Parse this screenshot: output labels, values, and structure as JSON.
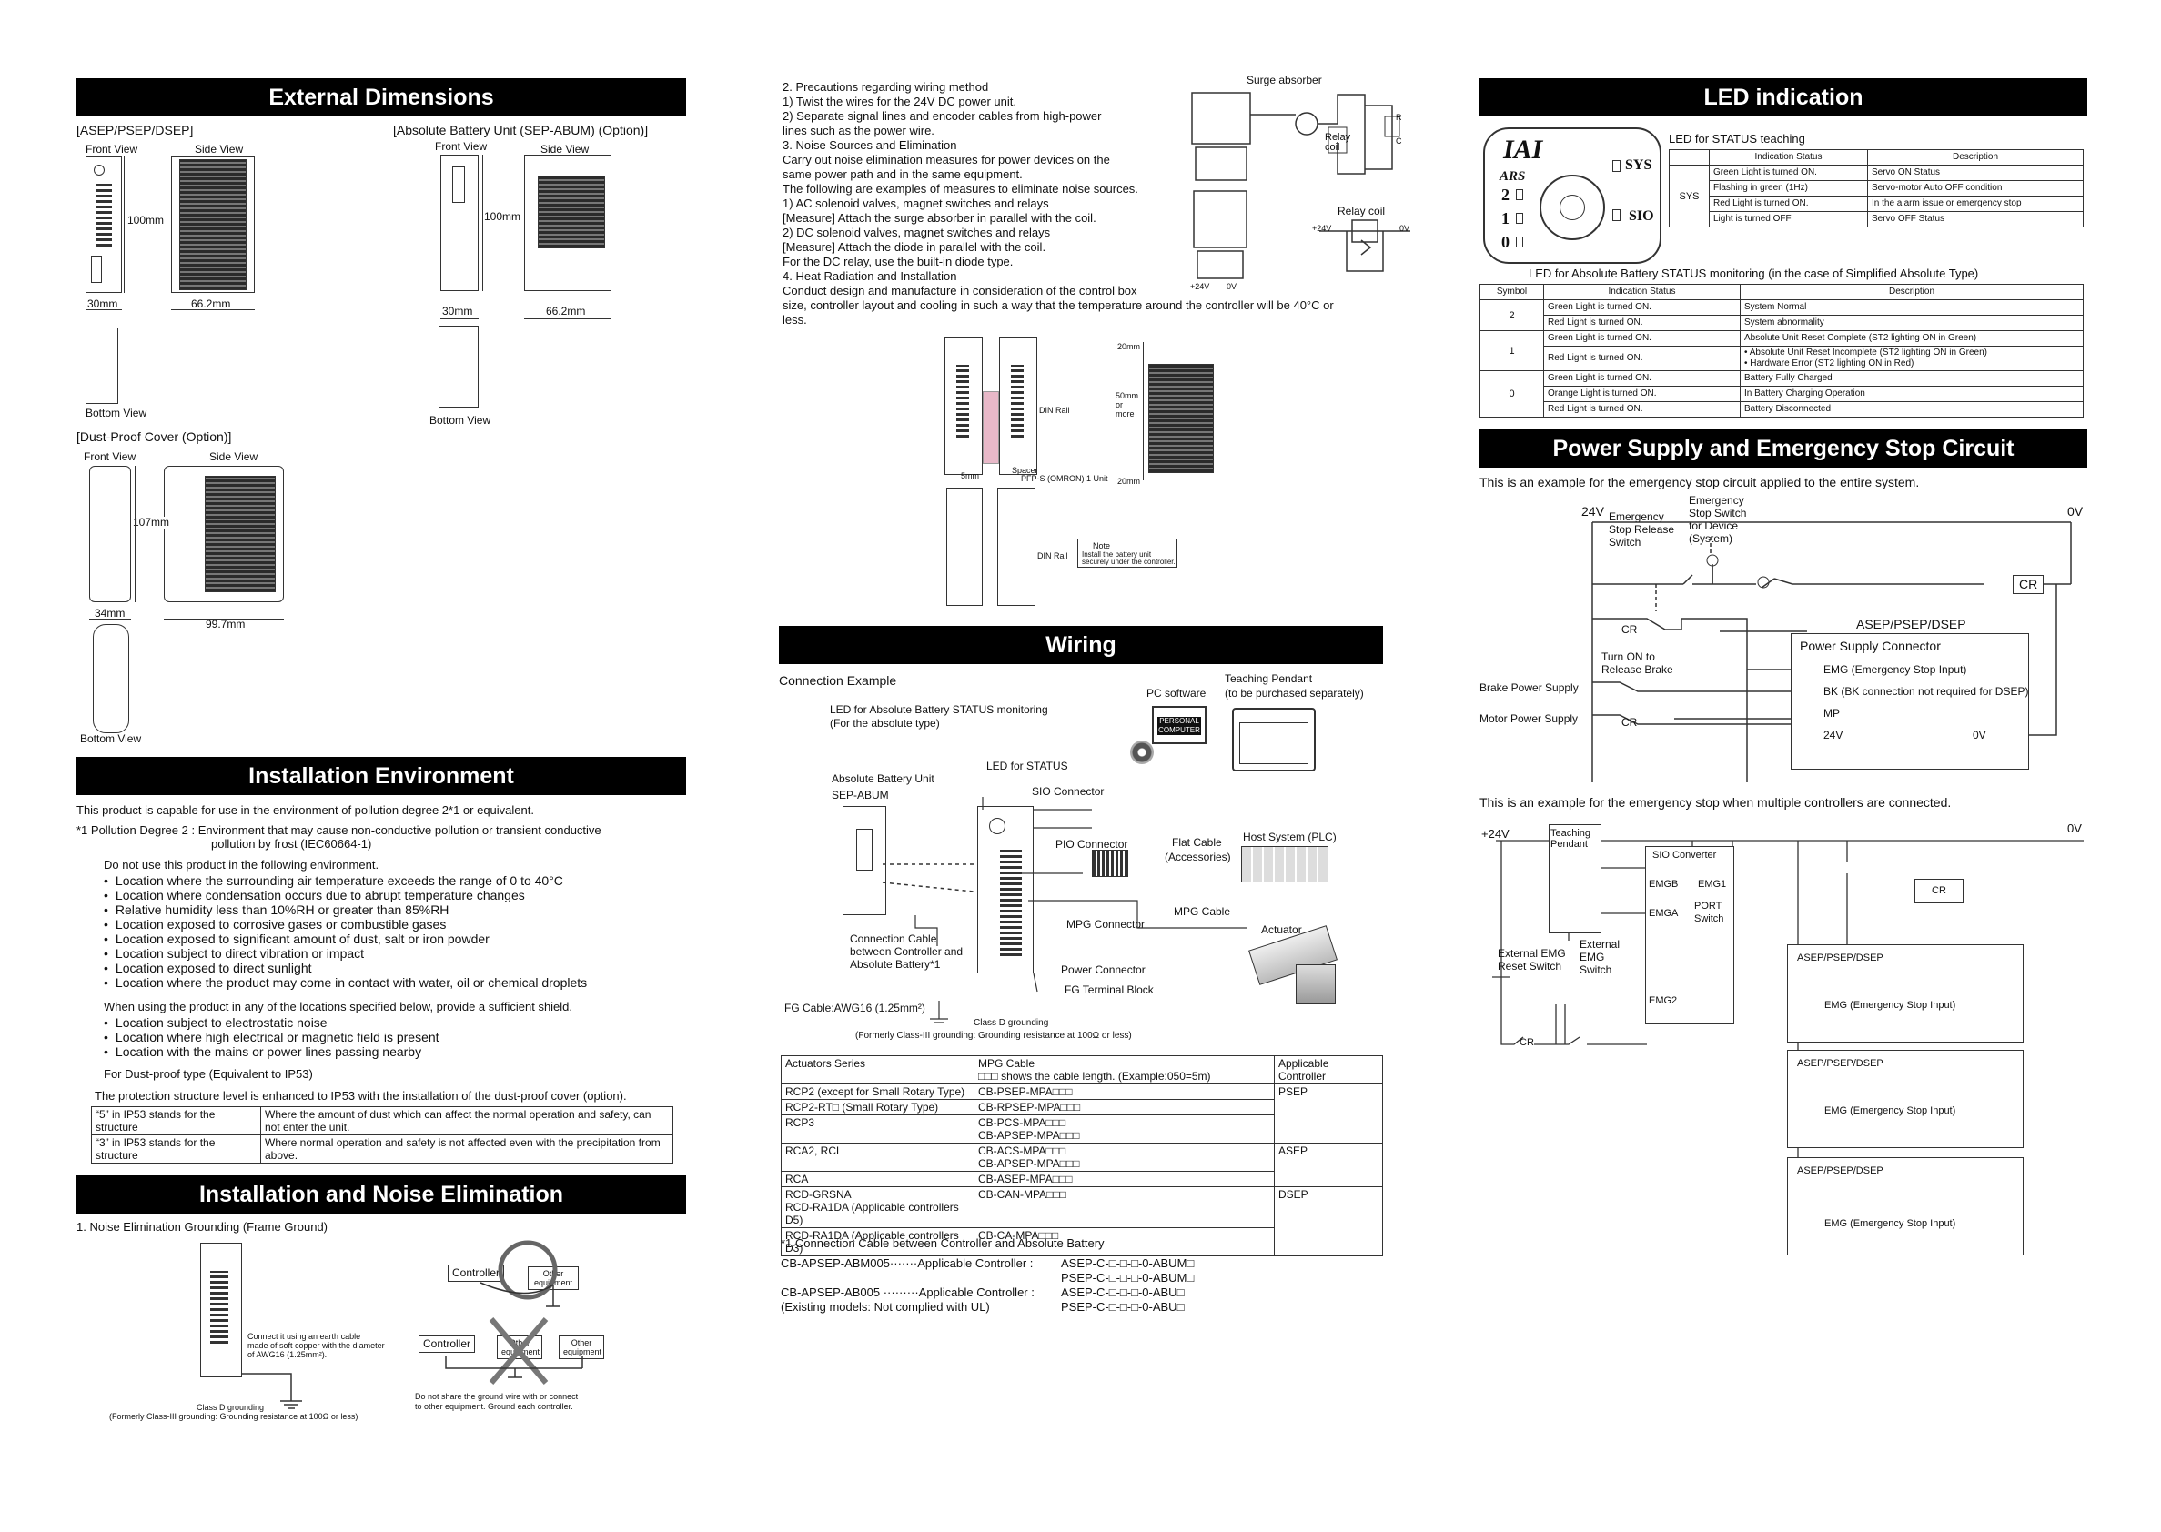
{
  "ext_dim": {
    "title": "External Dimensions",
    "asep_label": "[ASEP/PSEP/DSEP]",
    "abu_label": "[Absolute Battery Unit (SEP-ABUM) (Option)]",
    "front_view": "Front View",
    "side_view": "Side View",
    "bottom_view": "Bottom View",
    "h100": "100mm",
    "w30": "30mm",
    "w662": "66.2mm",
    "dust_label": "[Dust-Proof Cover (Option)]",
    "h107": "107mm",
    "w34": "34mm",
    "w997": "99.7mm"
  },
  "install_env": {
    "title": "Installation Environment",
    "intro": "This product is capable for use in the environment of pollution degree 2*1 or equivalent.",
    "note1_a": "*1  Pollution Degree 2 :  Environment that may cause non-conductive pollution or transient conductive",
    "note1_b": "pollution by frost (IEC60664-1)",
    "do_not": "Do not use this product in the following environment.",
    "list1": [
      "Location where the surrounding air temperature exceeds the range of 0 to 40°C",
      "Location where condensation occurs due to abrupt temperature changes",
      "Relative humidity less than 10%RH or greater than 85%RH",
      "Location exposed to corrosive gases or combustible gases",
      "Location exposed to significant amount of dust, salt or iron powder",
      "Location subject to direct vibration or impact",
      "Location exposed to direct sunlight",
      "Location where the product may come in contact with water, oil or chemical droplets"
    ],
    "when_using": "When using the product in any of the locations specified below, provide a sufficient shield.",
    "list2": [
      "Location subject to electrostatic noise",
      "Location where high electrical or magnetic field is present",
      "Location with the mains or power lines passing nearby"
    ],
    "dust_type": "For Dust-proof type (Equivalent to IP53)",
    "enhanced": "The protection structure level is enhanced to IP53 with the installation of the dust-proof cover (option).",
    "ip_rows": [
      [
        "“5” in IP53 stands for the structure",
        "Where the amount of dust which can affect the normal operation and safety, can not enter the unit."
      ],
      [
        "“3” in IP53 stands for the structure",
        "Where normal operation and safety is not affected even with the precipitation from above."
      ]
    ]
  },
  "noise": {
    "title": "Installation and Noise Elimination",
    "item1": "1.    Noise Elimination Grounding (Frame Ground)",
    "connect_a": "Connect it using an earth cable",
    "connect_b": "made of soft copper with the diameter",
    "connect_c": "of AWG16 (1.25mm²).",
    "classd": "Class D grounding",
    "classd_b": "(Formerly Class-III grounding: Grounding resistance at 100Ω or less)",
    "controller": "Controller",
    "other_eq": "Other equipment",
    "share_a": "Do not share the ground wire with or connect",
    "share_b": "to other equipment. Ground each controller."
  },
  "precautions": {
    "lines": [
      "2.  Precautions regarding wiring method",
      "    1)   Twist the wires for the 24V DC power unit.",
      "    2)   Separate signal lines and encoder cables from  high-power",
      "    lines such as the power wire.",
      "3.  Noise Sources and Elimination",
      "    Carry out noise elimination measures for power devices on the",
      "    same power path and in the same equipment.",
      "    The following are examples of measures to eliminate noise sources.",
      "    1)   AC solenoid valves, magnet switches and relays",
      "          [Measure] Attach the surge absorber in parallel with the coil.",
      "    2)   DC solenoid valves, magnet switches and relays",
      "          [Measure] Attach the diode in parallel with the coil.",
      "                       For the DC relay, use the built-in diode type.",
      "4.  Heat Radiation and Installation",
      "    Conduct design and manufacture in consideration of the control box",
      "    size, controller layout and cooling in such a way that the temperature around the controller will be 40°C or",
      "    less."
    ],
    "surge": "Surge absorber",
    "relay_coil": "Relay coil",
    "relay_coil2": "Relay coil",
    "r": "R",
    "c": "C",
    "p24": "+24V",
    "z0": "0V",
    "din": "DIN Rail",
    "din2": "DIN Rail",
    "d20a": "20mm",
    "d50": "50mm or more",
    "d20b": "20mm",
    "d5": "5mm",
    "spacer": "Spacer",
    "pfp": "PFP-S (OMRON) 1 Unit",
    "note": "Note",
    "note_b": "Install the battery unit",
    "note_c": "securely under the controller."
  },
  "wiring": {
    "title": "Wiring",
    "conn_ex": "Connection Example",
    "led_abs": "LED for Absolute Battery STATUS monitoring",
    "abs_type": "(For the absolute type)",
    "pc_sw": "PC software",
    "tp": "Teaching Pendant",
    "tp_b": "(to be purchased separately)",
    "pc_screen": "PERSONAL COMPUTER",
    "led_status": "LED for STATUS",
    "abs_unit": "Absolute Battery Unit",
    "sep_abum": "SEP-ABUM",
    "sio": "SIO Connector",
    "pio": "PIO Connector",
    "flat": "Flat Cable",
    "acc": "(Accessories)",
    "host": "Host System (PLC)",
    "mpg_cable": "MPG Cable",
    "mpg_conn": "MPG Connector",
    "actuator": "Actuator",
    "conn_cable_a": "Connection Cable",
    "conn_cable_b": "between Controller and",
    "conn_cable_c": "Absolute Battery*1",
    "power_conn": "Power Connector",
    "fg_block": "FG Terminal Block",
    "fg_cable": "FG Cable:AWG16 (1.25mm²)",
    "classd": "Class D grounding",
    "classd_b": "(Formerly Class-III grounding: Grounding resistance at 100Ω or less)",
    "table_head": [
      "Actuators Series",
      "MPG Cable\n□□□ shows the cable length. (Example:050=5m)",
      "Applicable Controller"
    ],
    "table_rows": [
      [
        "RCP2 (except for Small Rotary Type)",
        "CB-PSEP-MPA□□□",
        "PSEP"
      ],
      [
        "RCP2-RT□ (Small Rotary Type)",
        "CB-RPSEP-MPA□□□",
        ""
      ],
      [
        "RCP3",
        "CB-PCS-MPA□□□\nCB-APSEP-MPA□□□",
        ""
      ],
      [
        "RCA2, RCL",
        "CB-ACS-MPA□□□\nCB-APSEP-MPA□□□",
        "ASEP"
      ],
      [
        "RCA",
        "CB-ASEP-MPA□□□",
        ""
      ],
      [
        "RCD-GRSNA\nRCD-RA1DA (Applicable controllers D5)",
        "CB-CAN-MPA□□□",
        "DSEP"
      ],
      [
        "RCD-RA1DA (Applicable controllers D3)",
        "CB-CA-MPA□□□",
        ""
      ]
    ],
    "fn1": "*1      Connection Cable between Controller and Absolute Battery",
    "fn_a1": "CB-APSEP-ABM005·······Applicable Controller :",
    "fn_a2": "ASEP-C-□-□-□-0-ABUM□",
    "fn_a3": "PSEP-C-□-□-□-0-ABUM□",
    "fn_b1": "CB-APSEP-AB005 ·········Applicable Controller :",
    "fn_b2": "ASEP-C-□-□-□-0-ABU□",
    "fn_b3": "(Existing models: Not complied with UL)",
    "fn_b4": "PSEP-C-□-□-□-0-ABU□"
  },
  "led": {
    "title": "LED indication",
    "logo": "IAI",
    "ars": "ARS",
    "n2": "2",
    "n1": "1",
    "n0": "0",
    "sys": "SYS",
    "sio": "SIO",
    "teach": "LED for STATUS teaching",
    "t1_head": [
      "Indication Status",
      "Description"
    ],
    "t1_sys": "SYS",
    "t1_rows": [
      [
        "Green Light is turned ON.",
        "Servo ON Status"
      ],
      [
        "Flashing in green (1Hz)",
        "Servo-motor Auto OFF condition"
      ],
      [
        "Red Light is turned ON.",
        "In the alarm issue or emergency stop"
      ],
      [
        "Light is turned OFF",
        "Servo OFF Status"
      ]
    ],
    "abs_mon": "LED for Absolute Battery STATUS monitoring (in the case of Simplified Absolute Type)",
    "t2_head": [
      "Symbol",
      "Indication Status",
      "Description"
    ],
    "t2_rows": [
      [
        "2",
        "Green Light is turned ON.",
        "System Normal"
      ],
      [
        "",
        "Red Light is turned ON.",
        "System abnormality"
      ],
      [
        "1",
        "Green Light is turned ON.",
        "Absolute Unit Reset Complete (ST2 lighting ON in Green)"
      ],
      [
        "",
        "Red Light is turned ON.",
        "• Absolute Unit Reset Incomplete (ST2 lighting ON in Green)\n• Hardware Error (ST2 lighting ON in Red)"
      ],
      [
        "0",
        "Green Light is turned ON.",
        "Battery Fully Charged"
      ],
      [
        "",
        "Orange Light is turned ON.",
        "In Battery Charging Operation"
      ],
      [
        "",
        "Red Light is turned ON.",
        "Battery Disconnected"
      ]
    ]
  },
  "psu": {
    "title": "Power Supply and Emergency Stop Circuit",
    "intro1": "This is an example for the emergency stop circuit applied to the entire system.",
    "v24": "24V",
    "v0": "0V",
    "esr_a": "Emergency",
    "esr_b": "Stop Release",
    "esr_c": "Switch",
    "ess_a": "Emergency",
    "ess_b": "Stop Switch",
    "ess_c": "for Device",
    "ess_d": "(System)",
    "cr": "CR",
    "cr2": "CR",
    "cr3": "CR",
    "asep": "ASEP/PSEP/DSEP",
    "turn_on_a": "Turn ON to",
    "turn_on_b": "Release Brake",
    "brake": "Brake Power Supply",
    "motor": "Motor Power Supply",
    "psc": "Power Supply Connector",
    "emg": "EMG (Emergency Stop Input)",
    "bk": "BK (BK connection not required for DSEP)",
    "mp": "MP",
    "p24": "24V",
    "p0": "0V",
    "intro2": "This is an example for the emergency stop when multiple controllers are connected.",
    "v24b": "+24V",
    "v0b": "0V",
    "tp_a": "Teaching",
    "tp_b": "Pendant",
    "sioconv": "SIO Converter",
    "emgb": "EMGB",
    "emg1": "EMG1",
    "emga": "EMGA",
    "port_a": "PORT",
    "port_b": "Switch",
    "ext_a": "External EMG",
    "ext_b": "Reset Switch",
    "exs_a": "External",
    "exs_b": "EMG",
    "exs_c": "Switch",
    "emg2": "EMG2",
    "crb": "CR",
    "crc": "CR",
    "unit": "ASEP/PSEP/DSEP",
    "unit_emg": "EMG (Emergency Stop Input)"
  }
}
